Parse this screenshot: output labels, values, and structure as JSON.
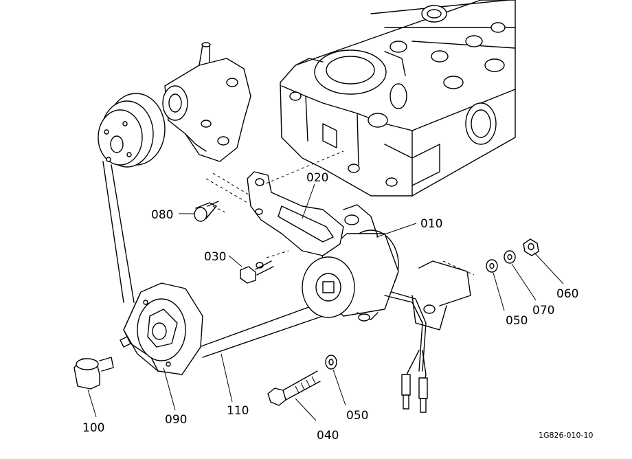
{
  "figure": {
    "code": "1G826-010-10",
    "callouts": [
      {
        "id": "010",
        "label": "010"
      },
      {
        "id": "020",
        "label": "020"
      },
      {
        "id": "030",
        "label": "030"
      },
      {
        "id": "040",
        "label": "040"
      },
      {
        "id": "050a",
        "label": "050"
      },
      {
        "id": "050b",
        "label": "050"
      },
      {
        "id": "060",
        "label": "060"
      },
      {
        "id": "070",
        "label": "070"
      },
      {
        "id": "080",
        "label": "080"
      },
      {
        "id": "090",
        "label": "090"
      },
      {
        "id": "100",
        "label": "100"
      },
      {
        "id": "110",
        "label": "110"
      }
    ]
  }
}
